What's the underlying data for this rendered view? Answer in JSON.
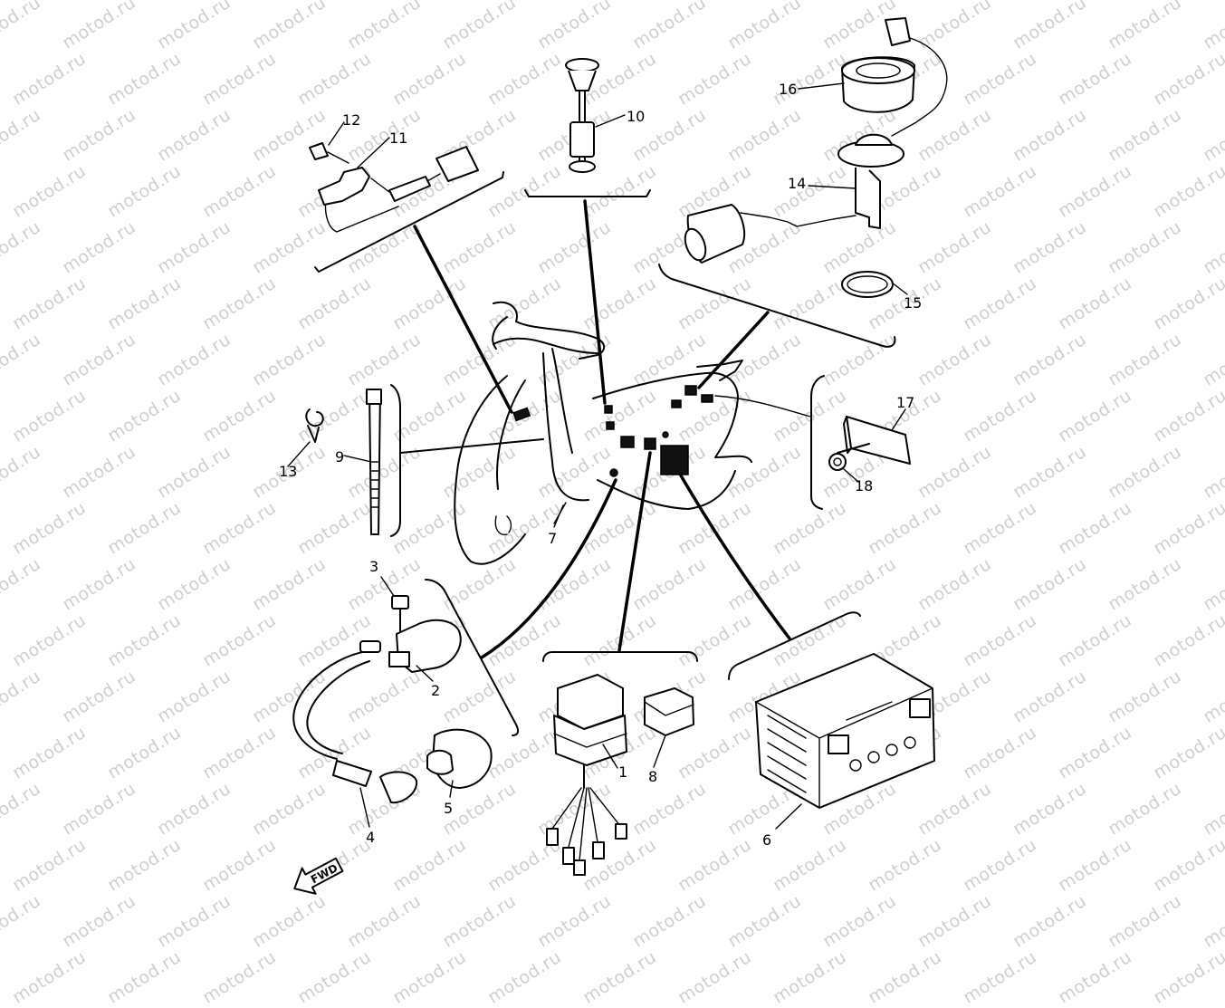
{
  "watermark": {
    "text": "motod.ru",
    "color": "#cfcfcf"
  },
  "callouts": [
    {
      "id": "c1",
      "text": "1"
    },
    {
      "id": "c2",
      "text": "2"
    },
    {
      "id": "c3",
      "text": "3"
    },
    {
      "id": "c4",
      "text": "4"
    },
    {
      "id": "c5",
      "text": "5"
    },
    {
      "id": "c6",
      "text": "6"
    },
    {
      "id": "c7",
      "text": "7"
    },
    {
      "id": "c8",
      "text": "8"
    },
    {
      "id": "c9",
      "text": "9"
    },
    {
      "id": "c10",
      "text": "10"
    },
    {
      "id": "c11",
      "text": "11"
    },
    {
      "id": "c12",
      "text": "12"
    },
    {
      "id": "c13",
      "text": "13"
    },
    {
      "id": "c14",
      "text": "14"
    },
    {
      "id": "c15",
      "text": "15"
    },
    {
      "id": "c16",
      "text": "16"
    },
    {
      "id": "c17",
      "text": "17"
    },
    {
      "id": "c18",
      "text": "18"
    }
  ],
  "fwd_label": "FWD"
}
